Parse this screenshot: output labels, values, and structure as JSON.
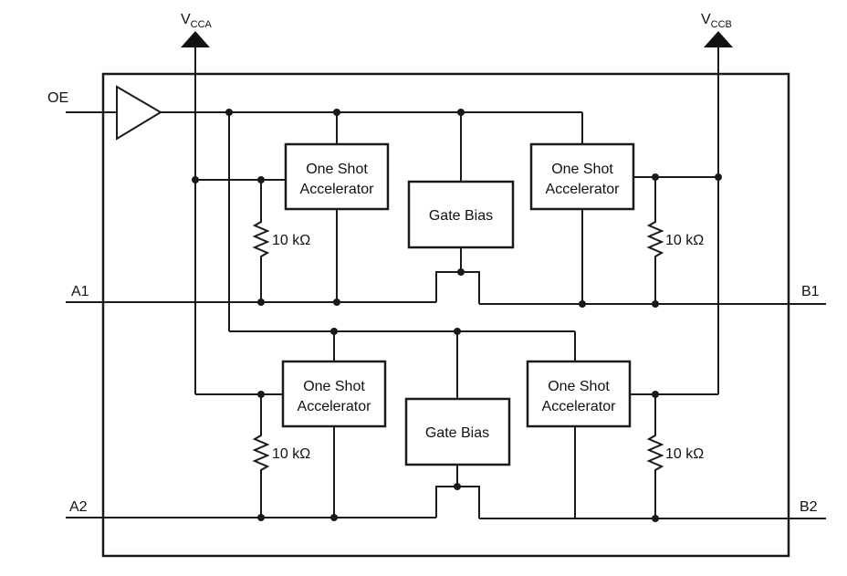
{
  "supplies": {
    "vcca": {
      "main": "V",
      "sub": "CCA"
    },
    "vccb": {
      "main": "V",
      "sub": "CCB"
    }
  },
  "pins": {
    "oe": "OE",
    "a1": "A1",
    "b1": "B1",
    "a2": "A2",
    "b2": "B2"
  },
  "blocks": {
    "osa_top_left": {
      "line1": "One Shot",
      "line2": "Accelerator"
    },
    "osa_top_right": {
      "line1": "One Shot",
      "line2": "Accelerator"
    },
    "gate_bias_top": "Gate Bias",
    "osa_bottom_left": {
      "line1": "One Shot",
      "line2": "Accelerator"
    },
    "osa_bottom_right": {
      "line1": "One Shot",
      "line2": "Accelerator"
    },
    "gate_bias_bottom": "Gate Bias"
  },
  "resistors": {
    "r_top_left": "10 kΩ",
    "r_top_right": "10 kΩ",
    "r_bottom_left": "10 kΩ",
    "r_bottom_right": "10 kΩ"
  },
  "colors": {
    "line": "#1a1a1a",
    "background": "#ffffff"
  }
}
